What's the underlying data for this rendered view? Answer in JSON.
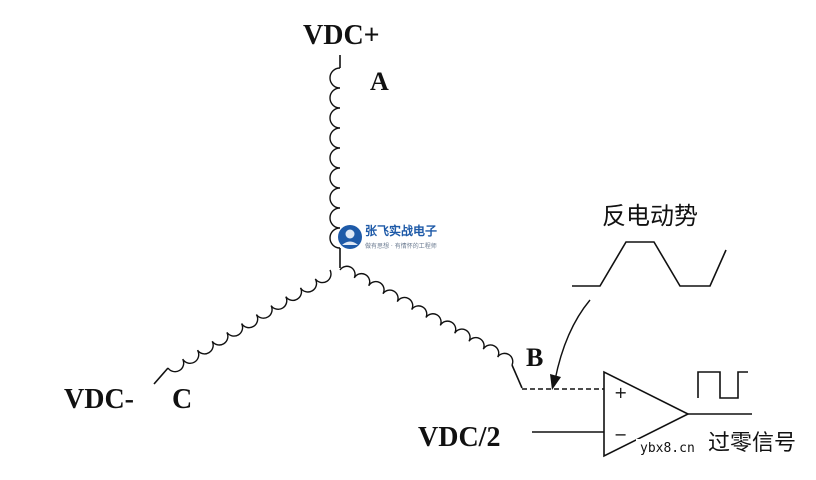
{
  "labels": {
    "vdc_plus": "VDC+",
    "vdc_minus": "VDC-",
    "vdc_half": "VDC/2",
    "phase_a": "A",
    "phase_b": "B",
    "phase_c": "C",
    "back_emf": "反电动势",
    "zero_cross": "过零信号"
  },
  "opamp": {
    "plus_sign": "+",
    "minus_sign": "−"
  },
  "watermark": {
    "title": "张飞实战电子",
    "subtitle": "做有思想 · 有情怀的工程师",
    "source_url": "ybx8.cn"
  },
  "colors": {
    "ink": "#111111",
    "watermark_blue": "#1e5aa8"
  }
}
